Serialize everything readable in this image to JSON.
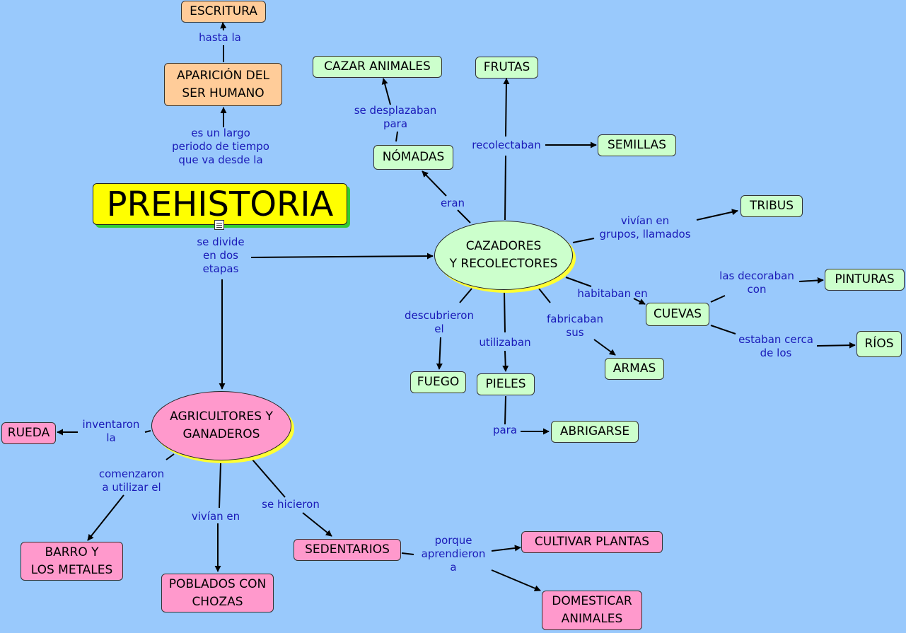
{
  "nodes": {
    "prehistoria": "PREHISTORIA",
    "escritura": "ESCRITURA",
    "aparicion": "APARICIÓN DEL\nSER HUMANO",
    "cazadores": "CAZADORES\nY RECOLECTORES",
    "agricultores": "AGRICULTORES Y\nGANADEROS",
    "cazar_animales": "CAZAR ANIMALES",
    "frutas": "FRUTAS",
    "semillas": "SEMILLAS",
    "nomadas": "NÓMADAS",
    "tribus": "TRIBUS",
    "pinturas": "PINTURAS",
    "cuevas": "CUEVAS",
    "rios": "RÍOS",
    "armas": "ARMAS",
    "fuego": "FUEGO",
    "pieles": "PIELES",
    "abrigarse": "ABRIGARSE",
    "rueda": "RUEDA",
    "barro": "BARRO Y\nLOS METALES",
    "poblados": "POBLADOS CON\nCHOZAS",
    "sedentarios": "SEDENTARIOS",
    "cultivar": "CULTIVAR PLANTAS",
    "domesticar": "DOMESTICAR\nANIMALES"
  },
  "links": {
    "hasta_la": "hasta la",
    "es_un_largo": "es un largo\nperiodo de tiempo\nque va desde la",
    "se_divide": "se divide\nen dos\netapas",
    "se_desplazaban": "se desplazaban\npara",
    "recolectaban": "recolectaban",
    "eran": "eran",
    "vivian_grupos": "vivían en\ngrupos, llamados",
    "decoraban": "las decoraban\ncon",
    "habitaban": "habitaban en",
    "estaban_cerca": "estaban cerca\nde los",
    "fabricaban": "fabricaban\nsus",
    "descubrieron": "descubrieron\nel",
    "utilizaban": "utilizaban",
    "para": "para",
    "inventaron": "inventaron\nla",
    "comenzaron": "comenzaron\na utilizar el",
    "vivian_en": "vivían en",
    "se_hicieron": "se hicieron",
    "porque": "porque\naprendieron\na"
  },
  "colors": {
    "background": "#99c9fc",
    "main_node": "#ffff00",
    "orange_node": "#ffcc99",
    "green_node": "#ccffcc",
    "pink_node": "#ff99cc",
    "link_text": "#1a1ab8"
  },
  "icons": [
    "document-icon"
  ]
}
